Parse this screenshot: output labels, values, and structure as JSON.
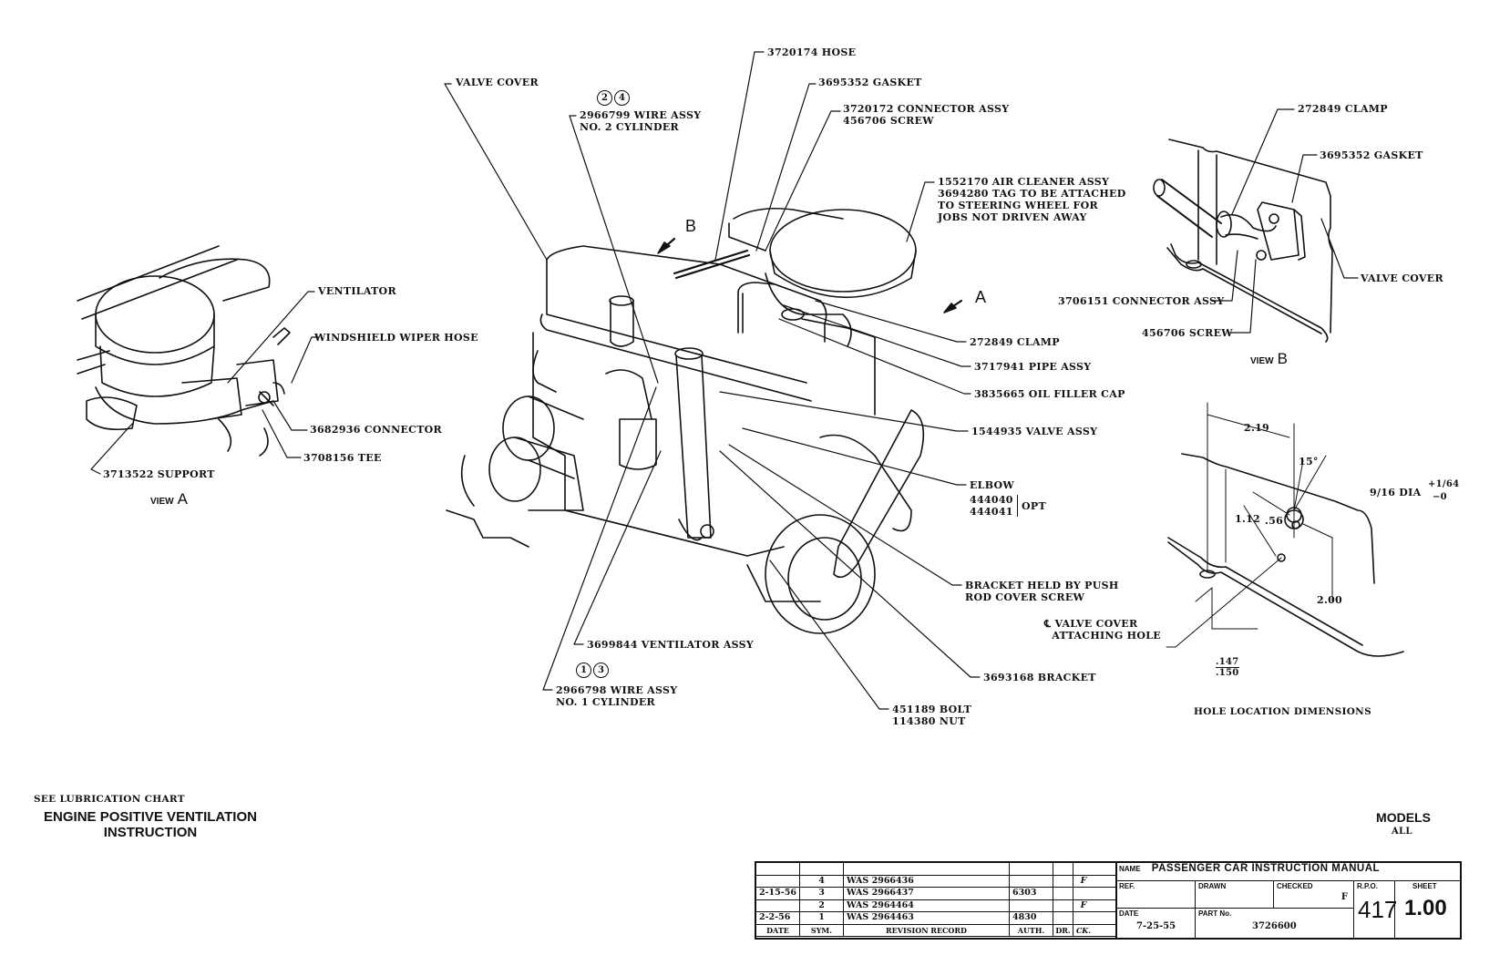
{
  "document": {
    "see_note": "SEE LUBRICATION CHART",
    "title_line1": "ENGINE POSITIVE VENTILATION",
    "title_line2": "INSTRUCTION",
    "models_label": "MODELS",
    "models_value": "ALL"
  },
  "main_view": {
    "callouts": {
      "valve_cover": "VALVE COVER",
      "wire_assy_2_circles": [
        "2",
        "4"
      ],
      "wire_assy_2": "2966799 WIRE ASSY\nNO. 2 CYLINDER",
      "hose": "3720174 HOSE",
      "gasket": "3695352 GASKET",
      "connector_assy": "3720172 CONNECTOR ASSY\n456706 SCREW",
      "air_cleaner": "1552170 AIR CLEANER ASSY\n3694280 TAG TO BE ATTACHED\nTO STEERING WHEEL FOR\nJOBS NOT DRIVEN AWAY",
      "clamp": "272849 CLAMP",
      "pipe_assy": "3717941 PIPE ASSY",
      "oil_filler_cap": "3835665 OIL FILLER CAP",
      "valve_assy": "1544935 VALVE ASSY",
      "elbow": "ELBOW",
      "elbow_parts": "444040\n444041",
      "elbow_opt": "OPT",
      "bracket_push_rod": "BRACKET HELD BY PUSH\nROD COVER SCREW",
      "bracket": "3693168 BRACKET",
      "bolt_nut": "451189 BOLT\n114380 NUT",
      "ventilator_assy": "3699844 VENTILATOR ASSY",
      "wire_assy_1_circles": [
        "1",
        "3"
      ],
      "wire_assy_1": "2966798 WIRE ASSY\nNO. 1 CYLINDER"
    },
    "view_arrow_a": "A",
    "view_arrow_b": "B"
  },
  "view_a": {
    "label": "VIEW",
    "letter": "A",
    "callouts": {
      "ventilator": "VENTILATOR",
      "wiper_hose": "WINDSHIELD WIPER HOSE",
      "connector": "3682936 CONNECTOR",
      "tee": "3708156 TEE",
      "support": "3713522 SUPPORT"
    }
  },
  "view_b": {
    "label": "VIEW",
    "letter": "B",
    "callouts": {
      "clamp": "272849 CLAMP",
      "gasket": "3695352 GASKET",
      "valve_cover": "VALVE COVER",
      "connector_assy": "3706151 CONNECTOR ASSY",
      "screw": "456706 SCREW"
    }
  },
  "hole_location": {
    "title": "HOLE LOCATION DIMENSIONS",
    "dim_2_19": "2.19",
    "angle": "15°",
    "hole_dia": "9/16 DIA",
    "tol_plus": "+1/64",
    "tol_minus": "−0",
    "dim_1_12": "1.12",
    "dim_56": ".56",
    "dim_2_00": "2.00",
    "centerline_note": "℄ VALVE COVER\n  ATTACHING HOLE",
    "tol_top": ".147",
    "tol_bottom": ".150"
  },
  "revision_table": {
    "rows": [
      {
        "date": "",
        "sym": "",
        "record": "",
        "auth": "",
        "dr": "",
        "ck": ""
      },
      {
        "date": "",
        "sym": "4",
        "record": "WAS 2966436",
        "auth": "",
        "dr": "",
        "ck": "F"
      },
      {
        "date": "2-15-56",
        "sym": "3",
        "record": "WAS 2966437",
        "auth": "6303",
        "dr": "",
        "ck": ""
      },
      {
        "date": "",
        "sym": "2",
        "record": "WAS 2964464",
        "auth": "",
        "dr": "",
        "ck": "F"
      },
      {
        "date": "2-2-56",
        "sym": "1",
        "record": "WAS 2964463",
        "auth": "4830",
        "dr": "",
        "ck": ""
      }
    ],
    "headers": [
      "DATE",
      "SYM.",
      "REVISION RECORD",
      "AUTH.",
      "DR.",
      "CK."
    ]
  },
  "title_block": {
    "name_label": "NAME",
    "name_value": "PASSENGER CAR INSTRUCTION MANUAL",
    "ref_label": "REF.",
    "drawn_label": "DRAWN",
    "checked_label": "CHECKED",
    "checked_value": "F",
    "rpo_label": "R.P.O.",
    "rpo_value": "417",
    "sheet_label": "SHEET",
    "sheet_value": "1.00",
    "date_label": "DATE",
    "date_value": "7-25-55",
    "part_label": "PART No.",
    "part_value": "3726600"
  }
}
